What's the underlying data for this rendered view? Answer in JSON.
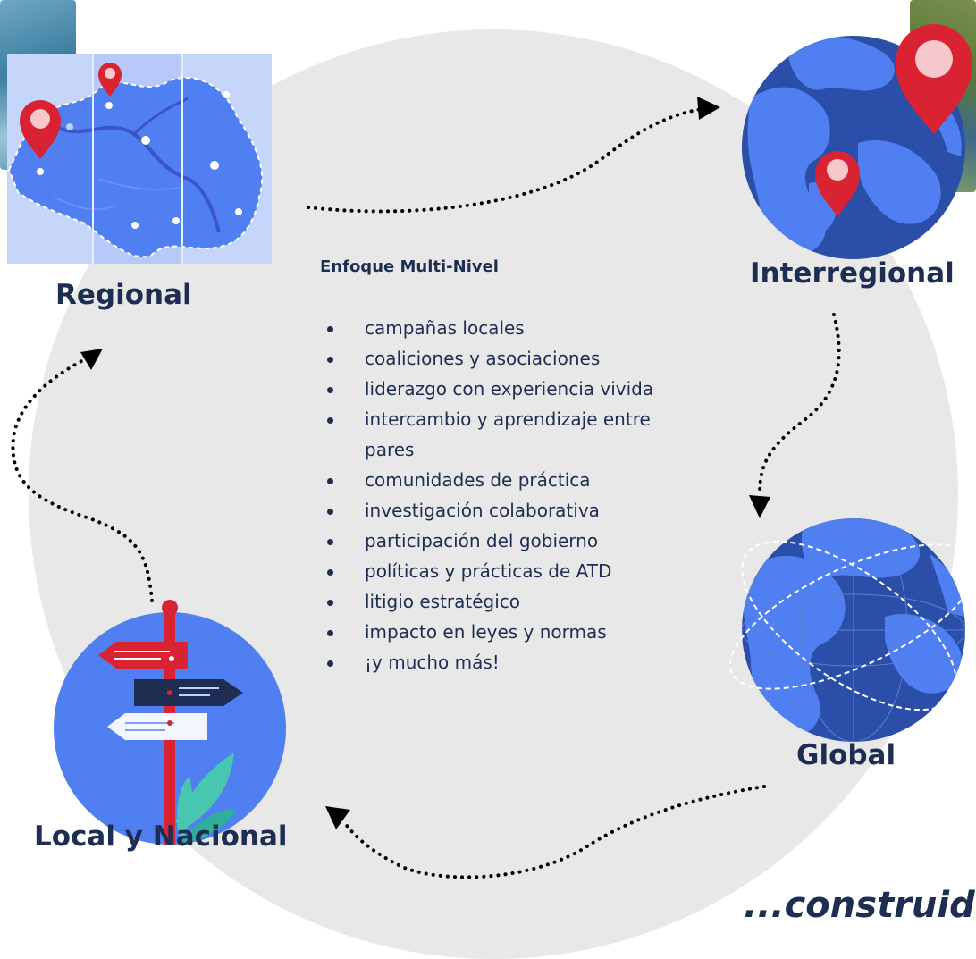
{
  "labels": {
    "regional": "Regional",
    "interregional": "Interregional",
    "global": "Global",
    "local": "Local y Nacional"
  },
  "center": {
    "heading": "Enfoque Multi-Nivel",
    "items": [
      "campañas locales",
      "coaliciones y asociaciones",
      "liderazgo con experiencia vivida",
      "intercambio y aprendizaje entre pares",
      "comunidades de práctica",
      "investigación colaborativa",
      "participación del gobierno",
      "políticas y prácticas de ATD",
      "litigio estratégico",
      "impacto en leyes y normas",
      "¡y mucho más!"
    ]
  },
  "tagline": "...construido",
  "colors": {
    "navy": "#1e2e52",
    "map_blue": "#4f7ff0",
    "globe_blue": "#2b4fa8",
    "pin_red": "#d92332",
    "background_circle": "#e8e8e8"
  }
}
